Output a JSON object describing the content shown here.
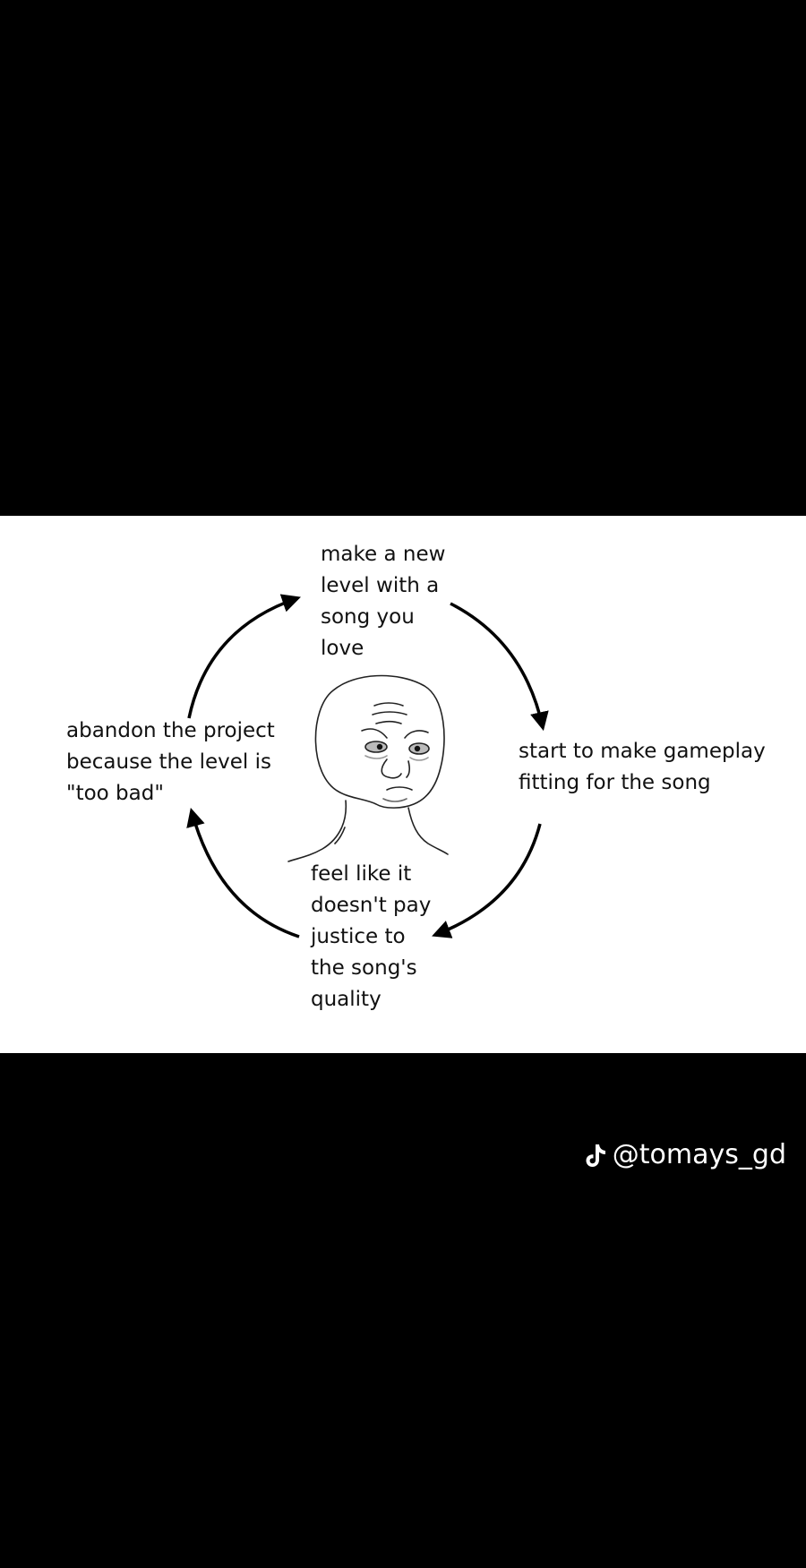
{
  "diagram": {
    "steps": [
      {
        "id": "top",
        "text": "make a new\nlevel with a\nsong you\nlove"
      },
      {
        "id": "right",
        "text": "start to make gameplay\nfitting for the song"
      },
      {
        "id": "bottom",
        "text": "feel like it\ndoesn't pay\njustice to\nthe song's\nquality"
      },
      {
        "id": "left",
        "text": "abandon the project\nbecause the level is\n\"too bad\""
      }
    ],
    "center_icon": "sad-wojak-face-icon",
    "arrow_direction": "clockwise"
  },
  "watermark": {
    "icon": "tiktok-icon",
    "handle": "@tomays_gd"
  },
  "colors": {
    "background": "#000000",
    "panel": "#ffffff",
    "text": "#111111",
    "watermark": "#ffffff"
  }
}
